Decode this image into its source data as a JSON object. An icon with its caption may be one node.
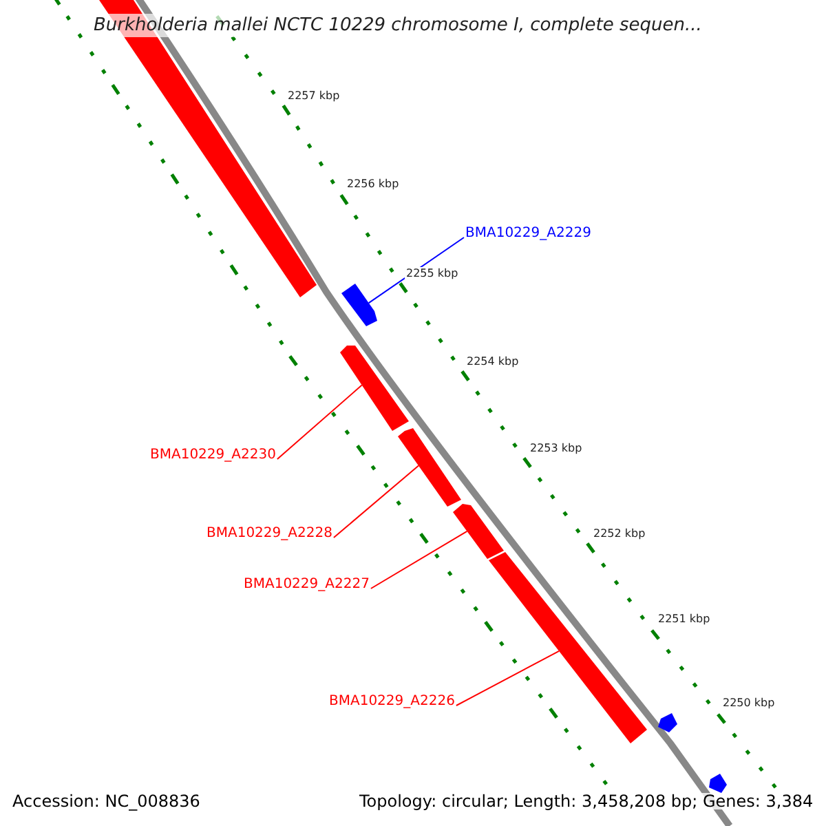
{
  "diagram": {
    "title": "Burkholderia mallei NCTC 10229 chromosome I, complete sequen...",
    "nodes": [
      {
        "text": [
          "BMA10229_A2229"
        ]
      },
      {
        "text": [],
        "shape": "bar"
      },
      {
        "text": [
          "BMA10229_A2230"
        ]
      },
      {
        "text": [],
        "shape": "bar"
      },
      {
        "text": [
          "BMA10229_A2228"
        ]
      },
      {
        "text": [],
        "shape": "bar"
      },
      {
        "text": [
          "BMA10229_A2227"
        ]
      },
      {
        "text": [],
        "shape": "bar"
      },
      {
        "text": [
          "BMA10229_A2226"
        ]
      },
      {
        "text": [],
        "shape": "bar"
      }
    ],
    "edges": [
      {
        "from": 0,
        "to": 1,
        "arrow": "none",
        "color": "#0000ff"
      },
      {
        "from": 2,
        "to": 3,
        "arrow": "none"
      },
      {
        "from": 4,
        "to": 5,
        "arrow": "none"
      },
      {
        "from": 6,
        "to": 7,
        "arrow": "none"
      },
      {
        "from": 8,
        "to": 9,
        "arrow": "none"
      }
    ],
    "labels": [
      "2257 kbp",
      "2256 kbp",
      "2255 kbp",
      "2254 kbp",
      "2253 kbp",
      "2252 kbp",
      "2251 kbp",
      "2250 kbp",
      "Accession: NC_008836",
      "Topology: circular; Length: 3,458,208 bp; Genes: 3,384"
    ]
  }
}
